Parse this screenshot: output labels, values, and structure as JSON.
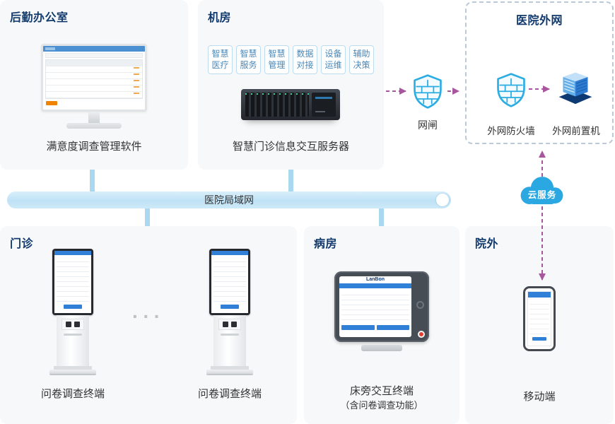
{
  "panels": {
    "office": {
      "title": "后勤办公室",
      "device_label": "满意度调查管理软件"
    },
    "server_room": {
      "title": "机房",
      "tags": [
        "智慧医疗",
        "智慧服务",
        "智慧管理",
        "数据对接",
        "设备运维",
        "辅助决策"
      ],
      "device_label": "智慧门诊信息交互服务器"
    },
    "external": {
      "title": "医院外网",
      "firewall_label": "外网防火墙",
      "frontend_label": "外网前置机"
    },
    "outpatient": {
      "title": "门诊",
      "terminal1_label": "问卷调查终端",
      "terminal2_label": "问卷调查终端",
      "ellipsis": "···"
    },
    "ward": {
      "title": "病房",
      "brand": "LanBon",
      "device_label_line1": "床旁交互终端",
      "device_label_line2": "（含问卷调查功能）"
    },
    "outside": {
      "title": "院外",
      "device_label": "移动端"
    }
  },
  "lan": {
    "label": "医院局域网"
  },
  "gateway": {
    "label": "网闸"
  },
  "cloud": {
    "label": "云服务"
  },
  "colors": {
    "panel_bg": "#f6f8f9",
    "title_navy": "#123a6d",
    "lan_bar_blue": "#bfe2f5",
    "connector_blue": "#a9d8f0",
    "arrow_magenta": "#a8569e",
    "shield_cyan": "#2bade3",
    "cloud_blue": "#2ba7e1",
    "accent_orange": "#f08300",
    "ui_blue": "#2f80d6"
  }
}
